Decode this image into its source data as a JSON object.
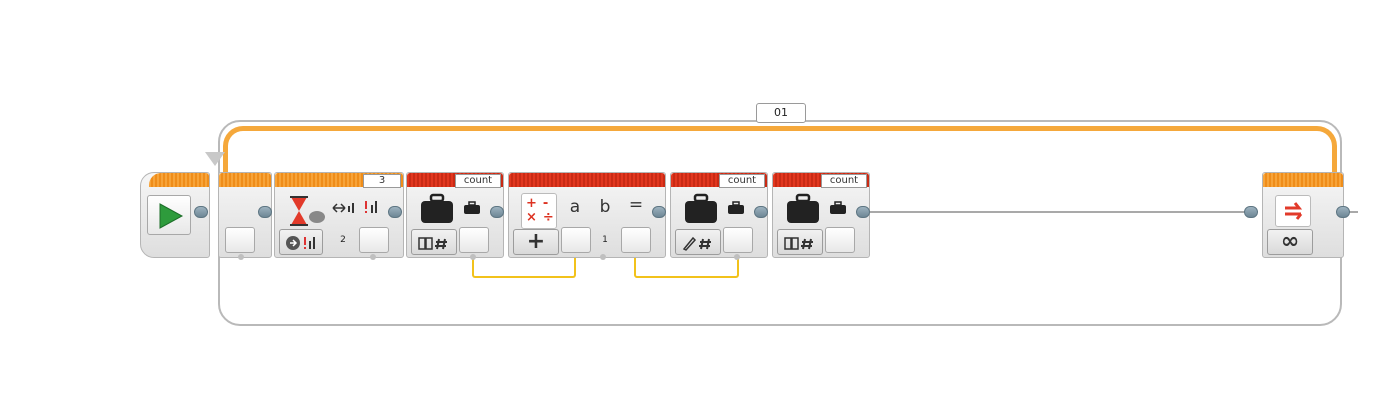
{
  "loop": {
    "label": "01",
    "mode_symbol": "∞"
  },
  "wait_block": {
    "port": "3",
    "value": "2"
  },
  "variable_blocks": [
    {
      "name": "count",
      "mode": "read"
    },
    {
      "name": "count",
      "mode": "write"
    },
    {
      "name": "count",
      "mode": "read"
    }
  ],
  "math_block": {
    "inputs": [
      "a",
      "b"
    ],
    "equals": "=",
    "operator": "+",
    "value": "1"
  },
  "colors": {
    "loop_accent": "#f5a83b",
    "data_block_accent": "#e2371f",
    "wire_data": "#f2c21b",
    "start_arrow": "#2e9b3c"
  }
}
